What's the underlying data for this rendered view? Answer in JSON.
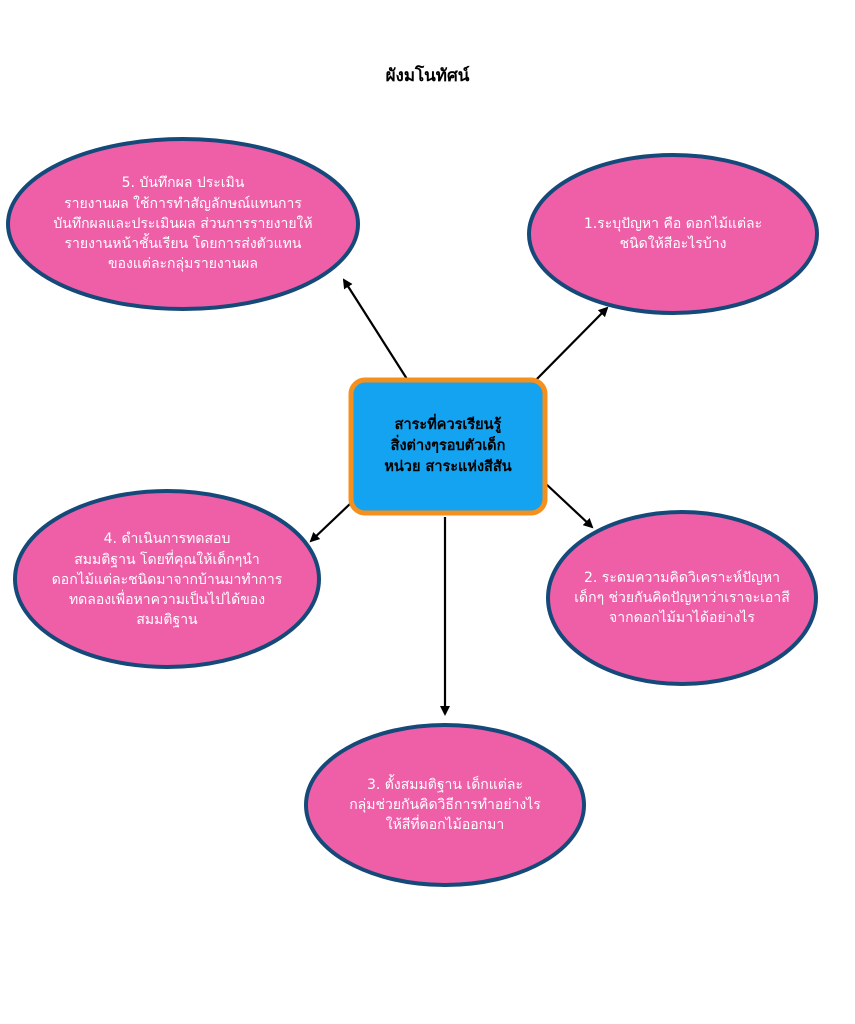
{
  "title": "ผังมโนทัศน์",
  "colors": {
    "node_fill": "#ee5fa8",
    "node_stroke": "#15497a",
    "center_fill": "#14a3f0",
    "center_stroke": "#f5901e",
    "arrow": "#000000",
    "node_text": "#ffffff",
    "center_text": "#000000"
  },
  "center": {
    "lines": [
      "สาระที่ควรเรียนรู้",
      "สิ่งต่างๆรอบตัวเด็ก",
      "หน่วย สาระแห่งสีสัน"
    ]
  },
  "nodes": [
    {
      "id": "step-1",
      "lines": [
        "1.ระบุปัญหา คือ ดอกไม้แต่ละ",
        "ชนิดให้สีอะไรบ้าง"
      ]
    },
    {
      "id": "step-2",
      "lines": [
        "2. ระดมความคิดวิเคราะห์ปัญหา",
        "เด็กๆ ช่วยกันคิดปัญหาว่าเราจะเอาสี",
        "จากดอกไม้มาได้อย่างไร"
      ]
    },
    {
      "id": "step-3",
      "lines": [
        "3. ตั้งสมมติฐาน เด็กแต่ละ",
        "กลุ่มช่วยกันคิดวิธีการทำอย่างไร",
        "ให้สีที่ดอกไม้ออกมา"
      ]
    },
    {
      "id": "step-4",
      "lines": [
        "4. ดำเนินการทดสอบ",
        "สมมติฐาน โดยที่คุณให้เด็กๆนำ",
        "ดอกไม้แต่ละชนิดมาจากบ้านมาทำการ",
        "ทดลองเพื่อหาความเป็นไปได้ของ",
        "สมมติฐาน"
      ]
    },
    {
      "id": "step-5",
      "lines": [
        "5. บันทึกผล ประเมิน",
        "รายงานผล ใช้การทำสัญลักษณ์แทนการ",
        "บันทึกผลและประเมินผล ส่วนการรายงายให้",
        "รายงานหน้าชั้นเรียน โดยการส่งตัวแทน",
        "ของแต่ละกลุ่มรายงานผล"
      ]
    }
  ]
}
